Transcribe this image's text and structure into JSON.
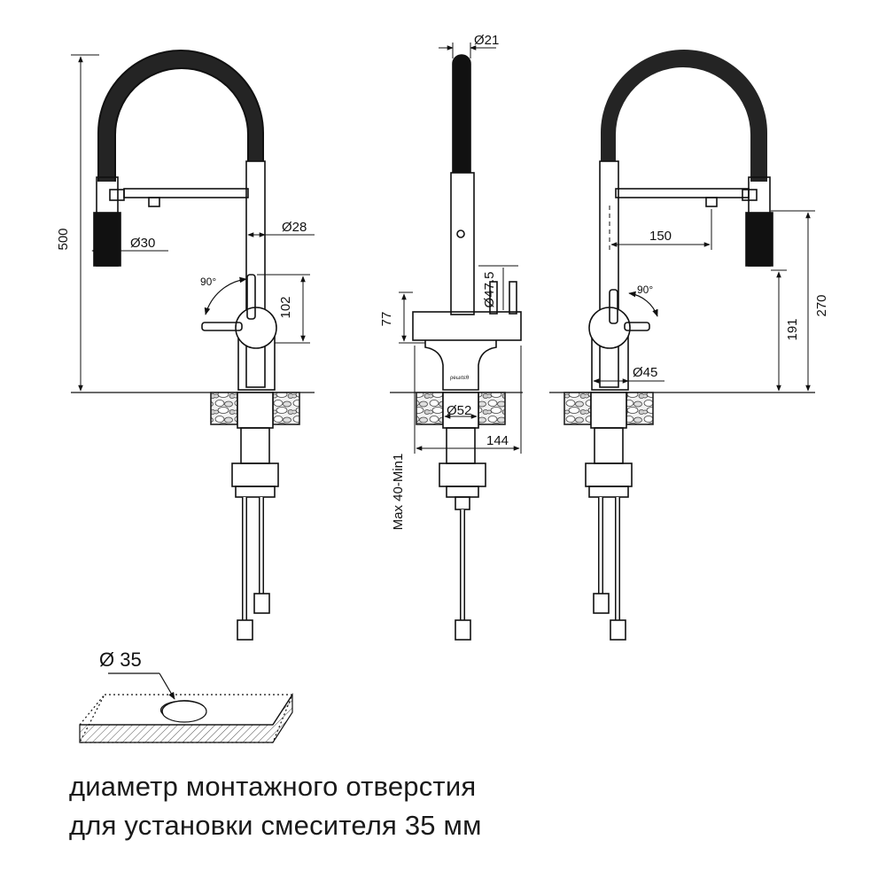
{
  "dimensions": {
    "d21": "Ø21",
    "d28": "Ø28",
    "d30": "Ø30",
    "d47_5": "Ø47.5",
    "d52": "Ø52",
    "d45": "Ø45",
    "h500": "500",
    "h102": "102",
    "h77": "77",
    "h191": "191",
    "h270": "270",
    "w150": "150",
    "w144": "144",
    "angle_left": "90°",
    "angle_right": "90°",
    "thickness": "Max 40-Min1",
    "hole": "Ø 35"
  },
  "brand_mark": "ρeωιτεθ",
  "caption": {
    "line1": "диаметр монтажного отверстия",
    "line2": "для установки смесителя 35 мм"
  }
}
